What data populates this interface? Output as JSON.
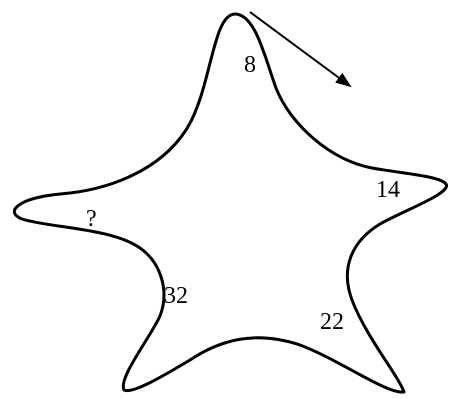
{
  "puzzle": {
    "labels": {
      "top": "8",
      "right": "14",
      "bottom_right": "22",
      "bottom_left": "32",
      "left": "?"
    },
    "arrow_direction": "clockwise",
    "colors": {
      "stroke": "#000000",
      "background": "#ffffff"
    }
  }
}
